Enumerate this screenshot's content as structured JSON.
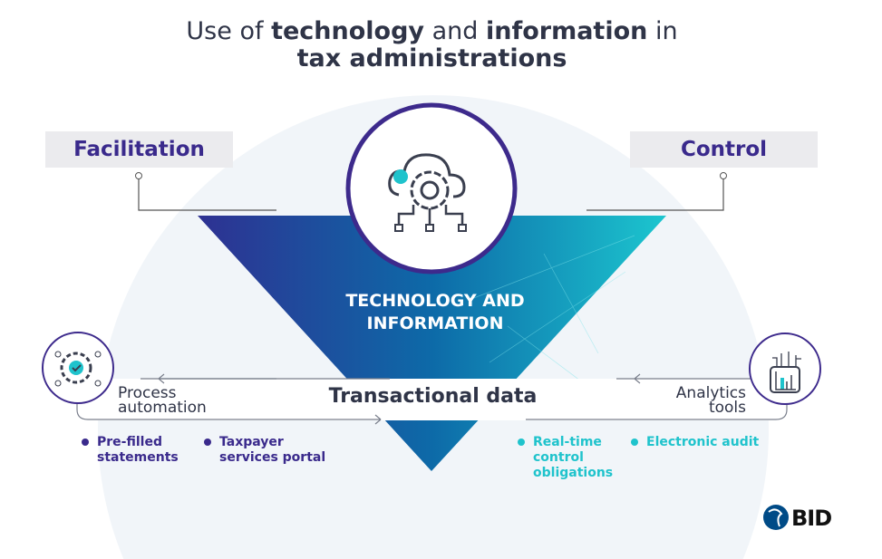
{
  "title": {
    "p1": "Use of ",
    "b1": "technology",
    "p2": " and ",
    "b2": "information",
    "p3": " in",
    "line2": "tax administrations"
  },
  "left_tag": "Facilitation",
  "right_tag": "Control",
  "center_label_1": "TECHNOLOGY AND",
  "center_label_2": "INFORMATION",
  "band_label": "Transactional data",
  "left_node": {
    "line1": "Process",
    "line2": "automation",
    "icon": "gear-check-icon"
  },
  "right_node": {
    "line1": "Analytics",
    "line2": "tools",
    "icon": "analytics-chart-icon"
  },
  "left_bullets": [
    {
      "l1": "Pre-filled",
      "l2": "statements"
    },
    {
      "l1": "Taxpayer",
      "l2": "services portal"
    }
  ],
  "right_bullets": [
    {
      "l1": "Real-time",
      "l2": "control",
      "l3": "obligations"
    },
    {
      "l1": "Electronic audit"
    }
  ],
  "logo": "BID",
  "colors": {
    "purple": "#3a2a8c",
    "teal": "#1fc3cc",
    "dark_blue": "#2e3192"
  }
}
